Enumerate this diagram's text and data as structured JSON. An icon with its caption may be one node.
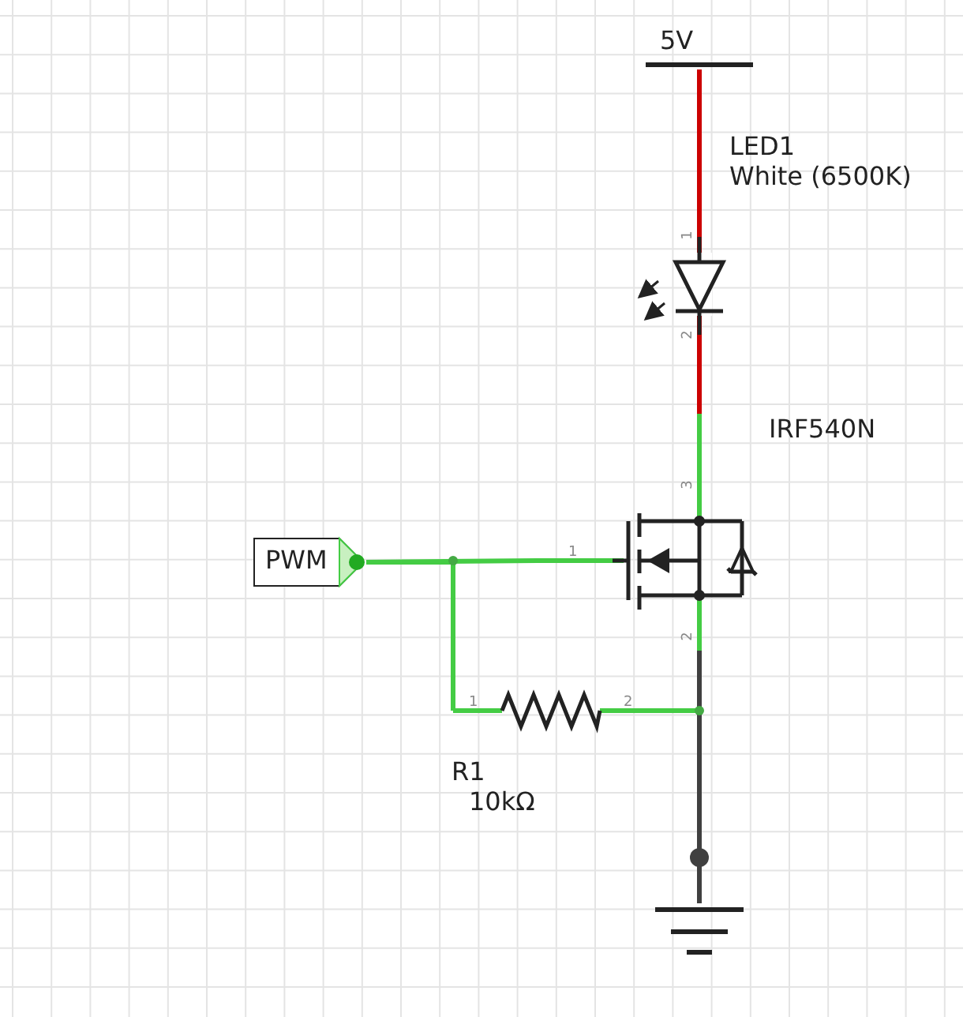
{
  "diagram": {
    "nodes": [
      {
        "text": [
          "5V"
        ]
      },
      {
        "text": [
          "LED1",
          "White (6500K)"
        ]
      },
      {
        "text": [
          "IRF540N"
        ]
      },
      {
        "text": [
          "R1",
          "10kΩ"
        ]
      },
      {
        "text": [],
        "shape": "ground"
      },
      {
        "text": [
          "PWM"
        ]
      }
    ],
    "edges": [
      {
        "from": 0,
        "to": 1,
        "arrow": "none",
        "color": "#cc0000"
      },
      {
        "from": 1,
        "to": 2,
        "arrow": "none",
        "color": "#cc0000"
      },
      {
        "from": 5,
        "to": 2,
        "arrow": "none"
      },
      {
        "from": 5,
        "to": 3,
        "arrow": "none"
      },
      {
        "from": 3,
        "to": 2,
        "arrow": "none"
      },
      {
        "from": 2,
        "to": 4,
        "arrow": "none",
        "color": "#404040"
      }
    ],
    "labels": [
      "1",
      "2",
      "3",
      "1",
      "2",
      "1",
      "2"
    ]
  }
}
